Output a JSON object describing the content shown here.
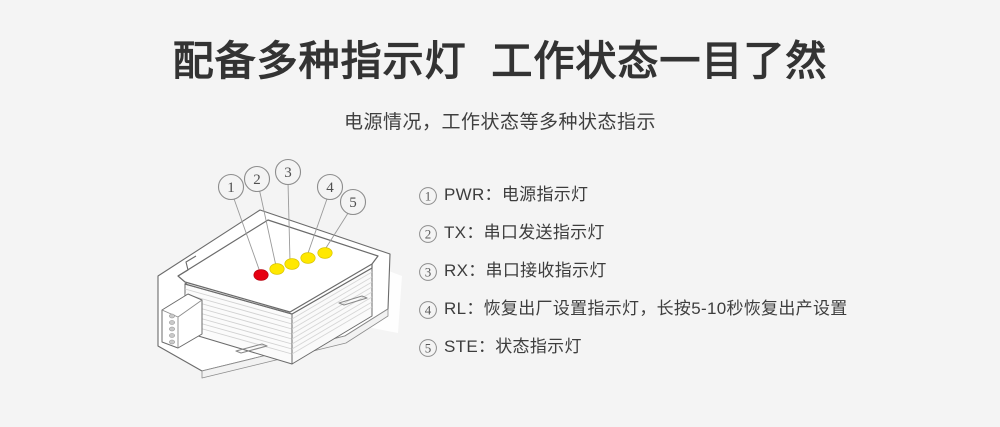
{
  "header": {
    "title": "配备多种指示灯  工作状态一目了然",
    "subtitle": "电源情况，工作状态等多种状态指示"
  },
  "colors": {
    "background": "#f4f4f4",
    "title": "#333333",
    "subtitle": "#3f3f3f",
    "body_text": "#3d3d3d",
    "led_power_red": "#e60012",
    "led_yellow": "#ffe800",
    "device_outline": "#6b6b6b",
    "device_body": "#ffffff",
    "callout_line": "#9a9a9a"
  },
  "device": {
    "name": "serial-server-enclosure",
    "leds": [
      {
        "index": "1",
        "label": "1",
        "color": "#e60012",
        "state": "red"
      },
      {
        "index": "2",
        "label": "2",
        "color": "#ffe800",
        "state": "yellow"
      },
      {
        "index": "3",
        "label": "3",
        "color": "#ffe800",
        "state": "yellow"
      },
      {
        "index": "4",
        "label": "4",
        "color": "#ffe800",
        "state": "yellow"
      },
      {
        "index": "5",
        "label": "5",
        "color": "#ffe800",
        "state": "yellow"
      }
    ],
    "callouts": [
      {
        "number": "1"
      },
      {
        "number": "2"
      },
      {
        "number": "3"
      },
      {
        "number": "4"
      },
      {
        "number": "5"
      }
    ]
  },
  "legend": {
    "items": [
      {
        "number": "1",
        "text": "PWR：电源指示灯"
      },
      {
        "number": "2",
        "text": "TX：串口发送指示灯"
      },
      {
        "number": "3",
        "text": "RX：串口接收指示灯"
      },
      {
        "number": "4",
        "text": "RL：恢复出厂设置指示灯，长按5-10秒恢复出产设置"
      },
      {
        "number": "5",
        "text": "STE：状态指示灯"
      }
    ]
  }
}
